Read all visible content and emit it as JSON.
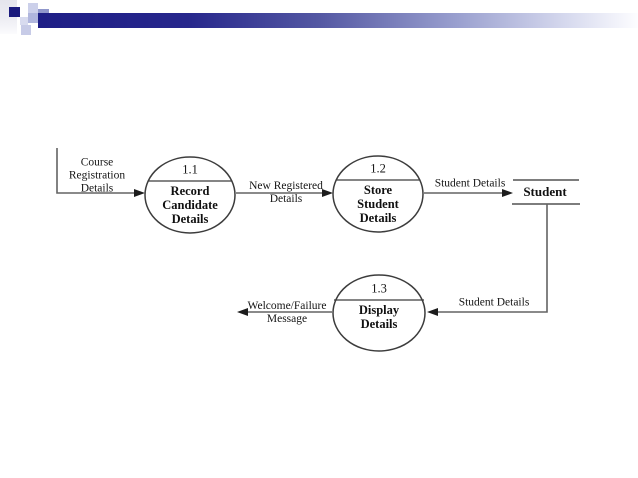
{
  "slide": {
    "type": "data-flow-diagram-slide",
    "colors": {
      "title_bar_dark": "#1e1e86",
      "title_bar_fade": "#ffffff",
      "accent_square": "#1b1b7e",
      "connector_line": "#636363",
      "process_outline": "#3c3c3c",
      "background": "#ffffff"
    }
  },
  "diagram": {
    "processes": [
      {
        "number": "1.1",
        "name_lines": [
          "Record",
          "Candidate",
          "Details"
        ]
      },
      {
        "number": "1.2",
        "name_lines": [
          "Store",
          "Student",
          "Details"
        ]
      },
      {
        "number": "1.3",
        "name_lines": [
          "Display",
          "Details"
        ]
      }
    ],
    "entities": [
      {
        "label": "Student"
      }
    ],
    "flows": [
      {
        "id": "course-registration-details",
        "label_lines": [
          "Course",
          "Registration",
          "Details"
        ],
        "to": "1.1",
        "direction": "right"
      },
      {
        "id": "new-registered-details",
        "label_lines": [
          "New Registered",
          "Details"
        ],
        "from": "1.1",
        "to": "1.2",
        "direction": "right"
      },
      {
        "id": "student-details-to-entity",
        "label_lines": [
          "Student Details"
        ],
        "from": "1.2",
        "to": "Student",
        "direction": "right"
      },
      {
        "id": "student-details-to-display",
        "label_lines": [
          "Student Details"
        ],
        "from": "Student",
        "to": "1.3",
        "direction": "left"
      },
      {
        "id": "welcome-failure-message",
        "label_lines": [
          "Welcome/Failure",
          "Message"
        ],
        "from": "1.3",
        "direction": "left"
      }
    ]
  }
}
